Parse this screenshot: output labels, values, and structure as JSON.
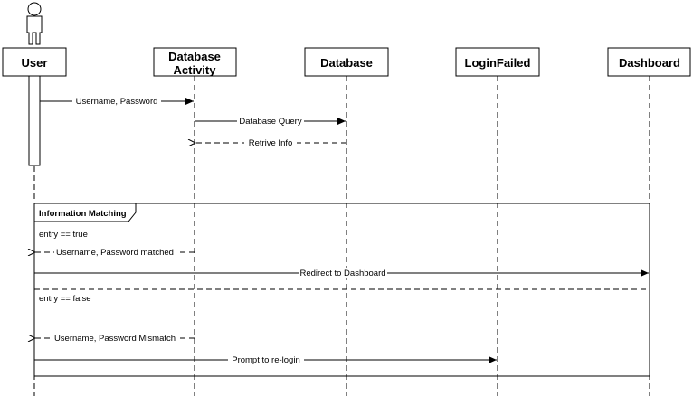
{
  "participants": {
    "user": "User",
    "activity_line1": "Database",
    "activity_line2": "Activity",
    "database": "Database",
    "login_failed": "LoginFailed",
    "dashboard": "Dashboard"
  },
  "messages": {
    "m1": "Username, Password",
    "m2": "Database Query",
    "m3": "Retrive Info",
    "m4": "Username, Password matched",
    "m5": "Redirect to Dashboard",
    "m6": "Username, Password Mismatch",
    "m7": "Prompt to re-login"
  },
  "fragment": {
    "title": "Information Matching",
    "guard_true": "entry == true",
    "guard_false": "entry == false"
  }
}
